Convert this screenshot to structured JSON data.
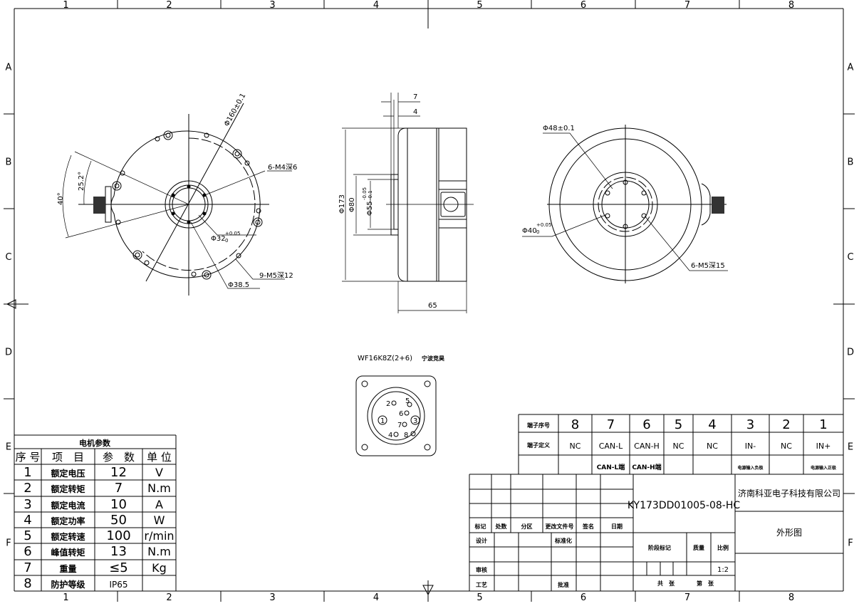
{
  "border": {
    "cols": [
      "1",
      "2",
      "3",
      "4",
      "5",
      "6",
      "7",
      "8"
    ],
    "rows": [
      "A",
      "B",
      "C",
      "D",
      "E",
      "F"
    ]
  },
  "front_view": {
    "dia_outer": "Φ160±0.1",
    "thread_inner": "6-M4深6",
    "angle_outer": "40°",
    "angle_inner": "25.2°",
    "dia_bore": "Φ32",
    "dia_bore_tol_upper": "+0.05",
    "dia_bore_tol_lower": "0",
    "dia_hub": "Φ38.5",
    "thread_outer": "9-M5深12"
  },
  "side_view": {
    "dim_7": "7",
    "dim_4": "4",
    "dia_173": "Φ173",
    "dia_80": "Φ80",
    "dia_55": "Φ55",
    "dia_55_tol_upper": "-0.05",
    "dia_55_tol_lower": "-0.1",
    "length": "65"
  },
  "rear_view": {
    "dia_48": "Φ48±0.1",
    "dia_40": "Φ40",
    "dia_40_tol_upper": "+0.05",
    "dia_40_tol_lower": "0",
    "thread": "6-M5深15"
  },
  "connector": {
    "model": "WF16K8Z(2+6)",
    "supplier": "宁波竞昊",
    "pins": [
      "1",
      "2",
      "3",
      "4",
      "5",
      "6",
      "7",
      "8"
    ]
  },
  "motor_params": {
    "title": "电机参数",
    "headers": [
      "序 号",
      "项　目",
      "参　数",
      "单 位"
    ],
    "rows": [
      [
        "1",
        "额定电压",
        "12",
        "V"
      ],
      [
        "2",
        "额定转矩",
        "7",
        "N.m"
      ],
      [
        "3",
        "额定电流",
        "10",
        "A"
      ],
      [
        "4",
        "额定功率",
        "50",
        "W"
      ],
      [
        "5",
        "额定转速",
        "100",
        "r/min"
      ],
      [
        "6",
        "峰值转矩",
        "13",
        "N.m"
      ],
      [
        "7",
        "重量",
        "≤5",
        "Kg"
      ],
      [
        "8",
        "防护等级",
        "IP65",
        ""
      ]
    ]
  },
  "terminals": {
    "row_labels": [
      "端子序号",
      "端子定义"
    ],
    "numbers": [
      "8",
      "7",
      "6",
      "5",
      "4",
      "3",
      "2",
      "1"
    ],
    "definitions": [
      "NC",
      "CAN-L",
      "CAN-H",
      "NC",
      "NC",
      "IN-",
      "NC",
      "IN+"
    ],
    "notes": [
      "",
      "CAN-L端",
      "CAN-H端",
      "",
      "",
      "电源输入负极",
      "",
      "电源输入正极"
    ]
  },
  "title_block": {
    "drawing_number": "KY173DD01005-08-HC",
    "company": "济南科亚电子科技有限公司",
    "drawing_name": "外形图",
    "revision_headers": [
      "标记",
      "处数",
      "分区",
      "更改文件号",
      "签名",
      "日期"
    ],
    "design": "设计",
    "standardization": "标准化",
    "review": "审核",
    "process": "工艺",
    "approval": "批准",
    "stage_mark": "阶段标记",
    "mass": "质量",
    "scale_label": "比例",
    "scale": "1:2",
    "sheets_total": "共　张",
    "sheet_no": "第　张"
  }
}
